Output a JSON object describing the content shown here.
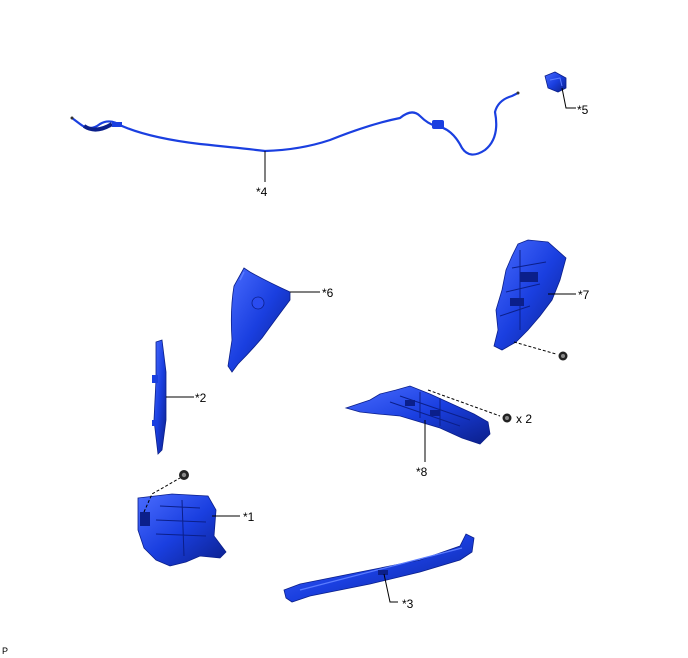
{
  "labels": {
    "p1": "*1",
    "p2": "*2",
    "p3": "*3",
    "p4": "*4",
    "p5": "*5",
    "p6": "*6",
    "p7": "*7",
    "p8": "*8",
    "qty": "x 2",
    "corner": "P"
  },
  "colors": {
    "part_fill": "#1a3fe0",
    "part_dark": "#0b1f8a",
    "part_light": "#5b7cff",
    "leader": "#000000"
  }
}
